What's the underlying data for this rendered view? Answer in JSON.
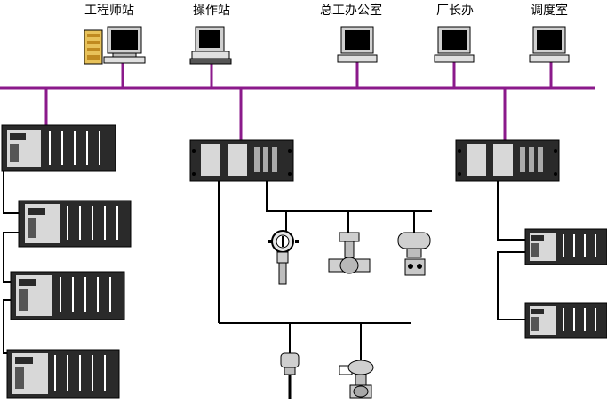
{
  "labels": {
    "engineering_station": "工程师站",
    "operator_station": "操作站",
    "chief_engineer_office": "总工办公室",
    "director_office": "厂长办",
    "dispatch_room": "调度室"
  },
  "colors": {
    "network_bus": "#8b1a8b",
    "field_bus": "#000000",
    "rack_body": "#2a2a2a",
    "rack_panel": "#d8d8d8",
    "monitor_screen": "#000000",
    "monitor_case": "#d0d0d0"
  },
  "icons": {
    "computer": "desktop-computer-icon",
    "server": "server-tower-icon",
    "plc": "plc-rack-icon",
    "io": "io-module-rack-icon",
    "transmitter": "pressure-transmitter-icon",
    "valve": "control-valve-icon",
    "actuator": "valve-actuator-icon",
    "temperature": "temperature-sensor-icon"
  }
}
